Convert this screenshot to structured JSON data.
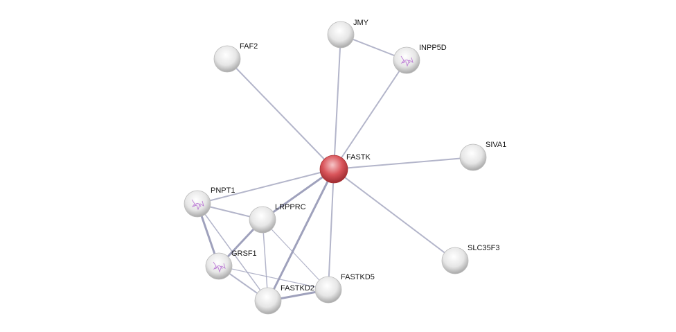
{
  "network": {
    "nodes": [
      {
        "id": "FASTK",
        "label": "FASTK",
        "query": true,
        "structure": false
      },
      {
        "id": "JMY",
        "label": "JMY",
        "structure": false
      },
      {
        "id": "INPP5D",
        "label": "INPP5D",
        "structure": true
      },
      {
        "id": "FAF2",
        "label": "FAF2",
        "structure": false
      },
      {
        "id": "SIVA1",
        "label": "SIVA1",
        "structure": false
      },
      {
        "id": "PNPT1",
        "label": "PNPT1",
        "structure": true
      },
      {
        "id": "LRPPRC",
        "label": "LRPPRC",
        "structure": false
      },
      {
        "id": "GRSF1",
        "label": "GRSF1",
        "structure": true
      },
      {
        "id": "FASTKD2",
        "label": "FASTKD2",
        "structure": false
      },
      {
        "id": "FASTKD5",
        "label": "FASTKD5",
        "structure": false
      },
      {
        "id": "SLC35F3",
        "label": "SLC35F3",
        "structure": false
      }
    ],
    "edges": [
      [
        "FASTK",
        "JMY",
        2
      ],
      [
        "FASTK",
        "INPP5D",
        2
      ],
      [
        "FASTK",
        "FAF2",
        2
      ],
      [
        "FASTK",
        "SIVA1",
        2
      ],
      [
        "FASTK",
        "PNPT1",
        2
      ],
      [
        "FASTK",
        "LRPPRC",
        3
      ],
      [
        "FASTK",
        "FASTKD2",
        3
      ],
      [
        "FASTK",
        "FASTKD5",
        2
      ],
      [
        "FASTK",
        "SLC35F3",
        2
      ],
      [
        "JMY",
        "INPP5D",
        2
      ],
      [
        "PNPT1",
        "LRPPRC",
        2
      ],
      [
        "PNPT1",
        "GRSF1",
        3
      ],
      [
        "PNPT1",
        "FASTKD2",
        1.5
      ],
      [
        "LRPPRC",
        "GRSF1",
        3
      ],
      [
        "LRPPRC",
        "FASTKD2",
        1.5
      ],
      [
        "LRPPRC",
        "FASTKD5",
        1.2
      ],
      [
        "GRSF1",
        "FASTKD2",
        2
      ],
      [
        "GRSF1",
        "FASTKD5",
        1.2
      ],
      [
        "FASTKD2",
        "FASTKD5",
        3
      ]
    ],
    "colors": {
      "query": "#d9545a",
      "node": "#e4e4e4",
      "edge": "#9a9cb8",
      "structure": "#b060d0"
    }
  }
}
